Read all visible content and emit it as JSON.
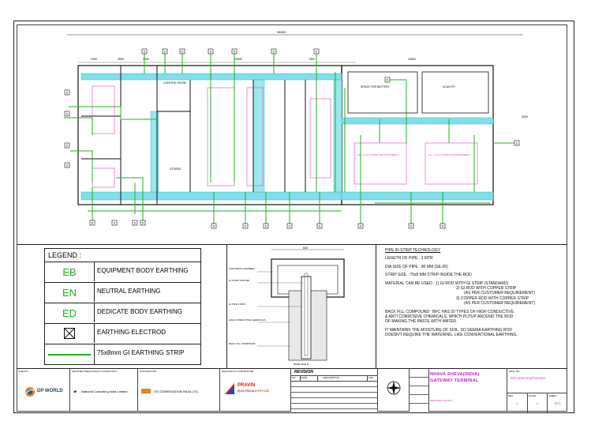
{
  "plan": {
    "overall_dim": "94600",
    "dims_top": [
      "2900",
      "2800",
      "2100",
      "10500",
      "7600",
      "19600",
      "3000"
    ],
    "room_labels": [
      "CONTROL ROOM",
      "STORES",
      "SPACE FOR BATTERY",
      "SCAN PIT",
      "SS - 11 KV TOWER TRANSFORMER 1",
      "SS - 11 KV TOWER TRANSFORMER 2"
    ],
    "marker_label": "D"
  },
  "legend": {
    "title": "LEGEND :",
    "rows": [
      {
        "symbol": "EB",
        "text": "EQUIPMENT BODY EARTHING"
      },
      {
        "symbol": "EN",
        "text": "NEUTRAL EARTHING"
      },
      {
        "symbol": "ED",
        "text": "DEDICATE BODY EARTHING"
      },
      {
        "symbol": "",
        "text": "EARTHING ELECTROD"
      },
      {
        "symbol": "",
        "text": "75x8mm GI EARTHING STRIP"
      }
    ],
    "colors": {
      "green": "#20b020"
    }
  },
  "section": {
    "top_dim": "600",
    "labels": [
      "CONCRETE CHAMBER",
      "GI STRIP 75x8 MM",
      "GI PIPE 3 MTR",
      "HIGH CONDUCTIVE CHEMICALS",
      "BACK FILL COMPOUND"
    ],
    "bottom_dim": "BORE SIZE 8\""
  },
  "notes": {
    "heading": "PIPE IN STRIP TECHNOLOGY",
    "lines": [
      "LENGTH OF PIPE :  3 MTR",
      "DIA SIZE OF PIPE :  80 MM (SE-26)",
      "STRIP SIZE : 75x8 MM STRIP INSIDE THE ROD",
      "MATERIAL CAN BE USED : 1) GI ROD WITH GI STRIP (STANDARD)",
      "2) GI ROD WITH COPPER STRIP",
      "(AS PER CUSTOMER REQUIREMENT)",
      "3) COPPER ROD WITH COPPER STRIP",
      "(AS PER CUSTOMER REQUIREMENT)",
      "BACK FILL COMPOUND : BFC HAS 20 TYPES OF HIGH CONDUCTIVE",
      "& ANTI CORROSIVE CHEMICALS, WHICH PUTUP AROUND THE ROD",
      "OF MAKING THE PASTE WITH WATER.",
      "IT MAINTAINS THE MOISTURE OF SOIL, SO SEEMA EARTHING ROD",
      "DOESN'T REQUIRE THE WATERING, LIKE CONVENTIONAL EARTHING."
    ]
  },
  "titleblock": {
    "client_label": "CLIENTS",
    "client_name": "DP WORLD",
    "consultant_label": "ARCHITECT/ELECTRICAL CONSULTANT",
    "consultant_name": "National Consulting India Limited",
    "contractor_label": "CONTRACTOR",
    "contractor_name": "ITD CEMENTATION INDIA LTD.",
    "electrical_label": "ELECTRICAL CONTRACTOR",
    "electrical_name": "PRAVIN",
    "electrical_sub": "ELECTRICALS PVT LTD",
    "revision_title": "REVISION",
    "revision_cols": [
      "NO",
      "DATE",
      "DESCRIPTION",
      "CHK"
    ],
    "project_line1": "NHAVA SHEVA(INDIA)",
    "project_line2": "GATEWAY TERMINAL",
    "drawing_label": "DWG. NO.",
    "drawing_number": "PEPL/NSICT/EARTHING/01",
    "sheet_labels": [
      "REV.",
      "SCALE",
      "SHEET"
    ],
    "sheet_values": [
      "1",
      "1",
      "NTS"
    ],
    "title_sub": "EARTHING LAYOUT"
  }
}
